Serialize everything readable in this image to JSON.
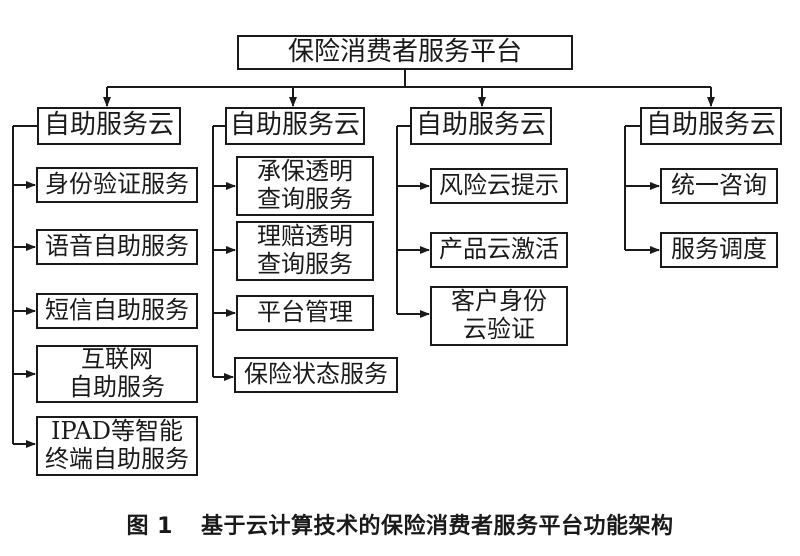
{
  "root": "保险消费者服务平台",
  "columns": [
    {
      "header": "自助服务云",
      "items": [
        {
          "lines": [
            "身份验证服务"
          ]
        },
        {
          "lines": [
            "语音自助服务"
          ]
        },
        {
          "lines": [
            "短信自助服务"
          ]
        },
        {
          "lines": [
            "互联网",
            "自助服务"
          ]
        },
        {
          "lines": [
            "IPAD等智能",
            "终端自助服务"
          ]
        }
      ]
    },
    {
      "header": "自助服务云",
      "items": [
        {
          "lines": [
            "承保透明",
            "查询服务"
          ]
        },
        {
          "lines": [
            "理赔透明",
            "查询服务"
          ]
        },
        {
          "lines": [
            "平台管理"
          ]
        },
        {
          "lines": [
            "保险状态服务"
          ]
        }
      ]
    },
    {
      "header": "自助服务云",
      "items": [
        {
          "lines": [
            "风险云提示"
          ]
        },
        {
          "lines": [
            "产品云激活"
          ]
        },
        {
          "lines": [
            "客户身份",
            "云验证"
          ]
        }
      ]
    },
    {
      "header": "自助服务云",
      "items": [
        {
          "lines": [
            "统一咨询"
          ]
        },
        {
          "lines": [
            "服务调度"
          ]
        }
      ]
    }
  ],
  "caption": {
    "number": "图 1",
    "text": "基于云计算技术的保险消费者服务平台功能架构"
  }
}
